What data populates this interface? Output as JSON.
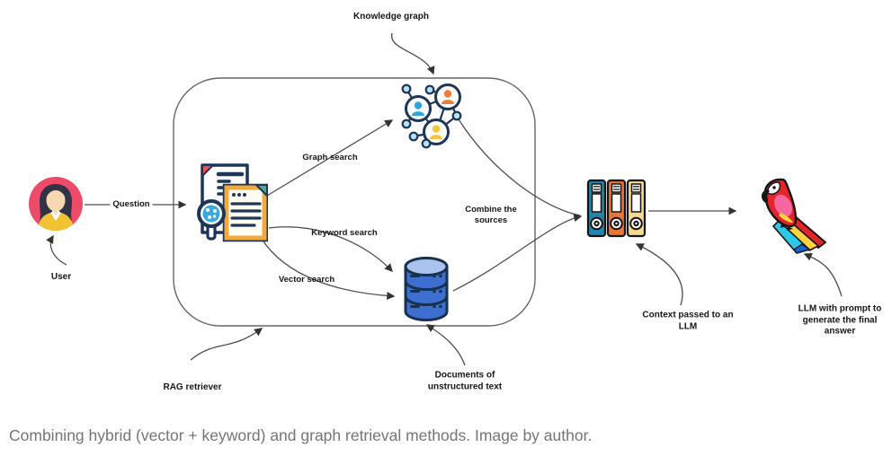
{
  "labels": {
    "knowledge_graph": "Knowledge graph",
    "question": "Question",
    "user": "User",
    "graph_search": "Graph search",
    "keyword_search": "Keyword search",
    "vector_search": "Vector search",
    "combine_sources": "Combine the sources",
    "rag_retriever": "RAG retriever",
    "documents": "Documents of unstructured text",
    "context_llm": "Context passed to an LLM",
    "llm_prompt": "LLM with prompt to generate the final answer"
  },
  "caption": "Combining hybrid (vector + keyword) and graph retrieval methods. Image by author.",
  "icons": {
    "user": "woman-avatar-icon",
    "retriever": "documents-magnifier-icon",
    "knowledge_graph": "people-network-icon",
    "database": "database-cylinder-icon",
    "combined_sources": "ring-binders-icon",
    "llm": "parrot-icon"
  },
  "colors": {
    "avatar_pink": "#ee4b6a",
    "icon_blue": "#2fa7dc",
    "icon_orange": "#ef7d3a",
    "icon_yellow": "#f2c53d",
    "database_blue": "#3e6ed0",
    "binder_blue": "#1f87ae",
    "binder_orange": "#ee7431",
    "binder_cream": "#f8d88c",
    "outline_navy": "#1d3557",
    "connector_gray": "#4d4d4d",
    "caption_gray": "#757575"
  }
}
